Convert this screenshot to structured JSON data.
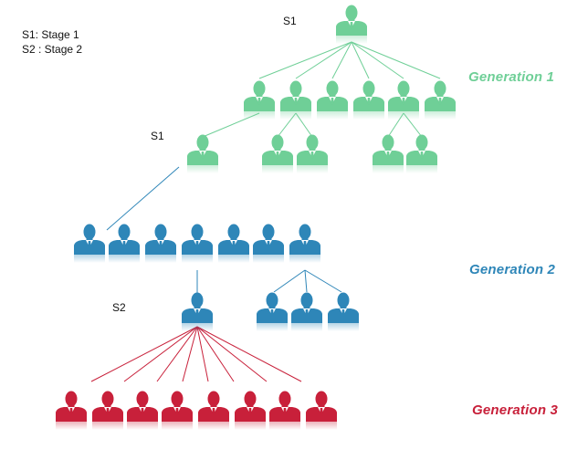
{
  "legend": {
    "line1": "S1: Stage 1",
    "line2": "S2 : Stage 2"
  },
  "stage_labels": {
    "top": "S1",
    "middle": "S1",
    "lower": "S2"
  },
  "generations": {
    "g1": {
      "label": "Generation 1",
      "color": "#6fcf97"
    },
    "g2": {
      "label": "Generation 2",
      "color": "#2e86b8"
    },
    "g3": {
      "label": "Generation 3",
      "color": "#c8203a"
    }
  },
  "icons": {
    "person": "person-icon"
  }
}
